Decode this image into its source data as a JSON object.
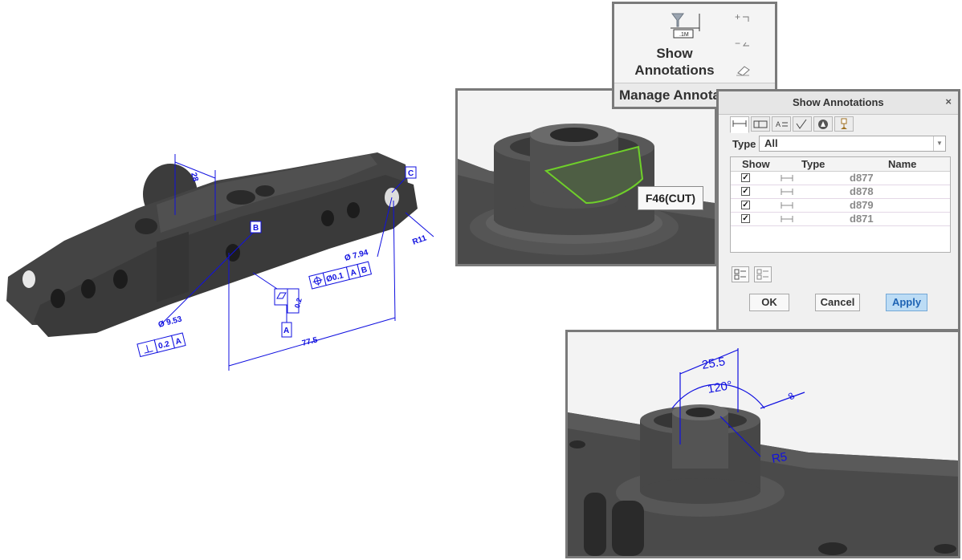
{
  "ribbon": {
    "show_label_line1": "Show",
    "show_label_line2": "Annotations",
    "group_label": "Manage Annotations",
    "icon_text": ".1M"
  },
  "viewport1": {
    "feature_callout": "F46(CUT)"
  },
  "dialog": {
    "title": "Show Annotations",
    "close_symbol": "×",
    "type_label": "Type",
    "type_value": "All",
    "columns": [
      "Show",
      "Type",
      "Name"
    ],
    "rows": [
      {
        "show": true,
        "name": "d877"
      },
      {
        "show": true,
        "name": "d878"
      },
      {
        "show": true,
        "name": "d879"
      },
      {
        "show": true,
        "name": "d871"
      }
    ],
    "ok_label": "OK",
    "cancel_label": "Cancel",
    "apply_label": "Apply"
  },
  "model_annotations": {
    "dim_top": "28",
    "datum_b": "B",
    "datum_c": "C",
    "datum_a": "A",
    "radius": "R11",
    "hole_large": "Ø 9.53",
    "hole_small": "Ø 7.94",
    "position_tol": "Ø0.1",
    "position_ref_a": "A",
    "position_ref_b": "B",
    "flatness_tol": "0.2",
    "perp_tol": "0.2",
    "perp_ref": "A",
    "distance": "77.5"
  },
  "viewport2": {
    "dim_width": "25.5",
    "dim_angle": "120°",
    "dim_radius": "R5",
    "dim_small": "8"
  },
  "colors": {
    "annotation_blue": "#1010e0",
    "highlight_green": "#6fd02a",
    "body_gray": "#3a3a3a",
    "apply_blue": "#1e63b4"
  }
}
